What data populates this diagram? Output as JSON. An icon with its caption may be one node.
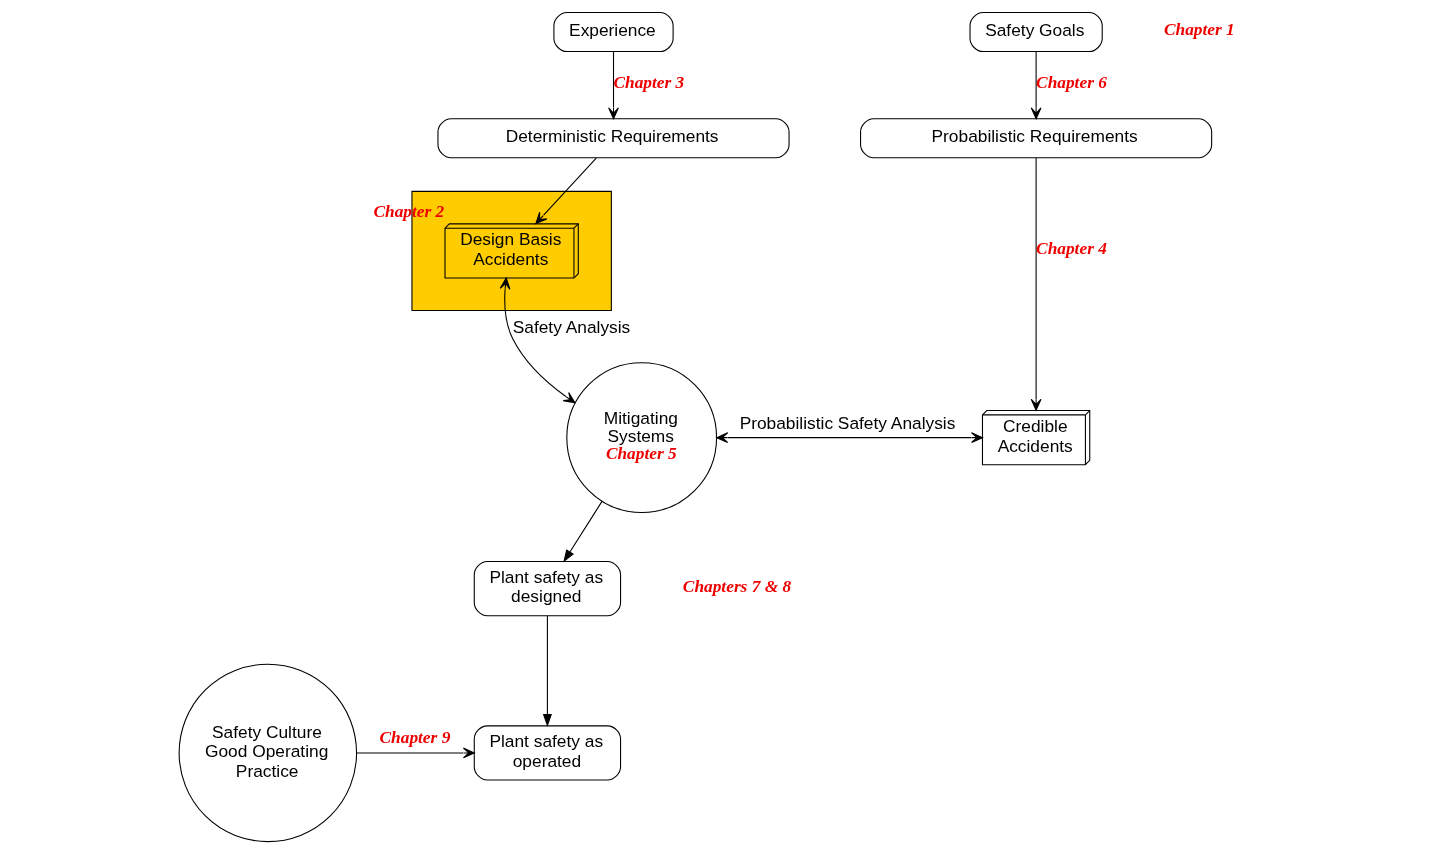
{
  "diagram": {
    "nodes": [
      {
        "text": [
          "Experience"
        ]
      },
      {
        "text": [
          "Safety Goals"
        ]
      },
      {
        "text": [
          "Deterministic Requirements"
        ]
      },
      {
        "text": [
          "Probabilistic Requirements"
        ]
      },
      {
        "text": [],
        "shape": "box"
      },
      {
        "text": [
          "Design Basis Accidents"
        ],
        "in": 4,
        "beside": [
          "Chapter 2"
        ]
      },
      {
        "text": [
          "Mitigating Systems",
          "Chapter 5"
        ]
      },
      {
        "text": [
          "Credible Accidents"
        ]
      },
      {
        "text": [
          "Plant safety as designed"
        ]
      },
      {
        "text": [
          "Plant safety as operated"
        ]
      },
      {
        "text": [
          "Safety Culture Good Operating Practice"
        ]
      }
    ],
    "edges": [
      {
        "from": 0,
        "to": 2,
        "arrow": "to",
        "label": "Chapter 3"
      },
      {
        "from": 1,
        "to": 3,
        "arrow": "to",
        "label": "Chapter 6"
      },
      {
        "from": 2,
        "to": 5,
        "arrow": "to"
      },
      {
        "from": 3,
        "to": 7,
        "arrow": "to",
        "label": "Chapter 4"
      },
      {
        "from": 5,
        "to": 6,
        "arrow": "both",
        "label": "Safety Analysis"
      },
      {
        "from": 6,
        "to": 7,
        "arrow": "both",
        "label": "Probabilistic Safety Analysis"
      },
      {
        "from": 6,
        "to": 8,
        "arrow": "to"
      },
      {
        "from": 8,
        "to": 9,
        "arrow": "to"
      },
      {
        "from": 10,
        "to": 9,
        "arrow": "to",
        "label": "Chapter 9"
      }
    ],
    "labels": [
      "Chapter 1",
      "Chapters 7 & 8"
    ]
  }
}
